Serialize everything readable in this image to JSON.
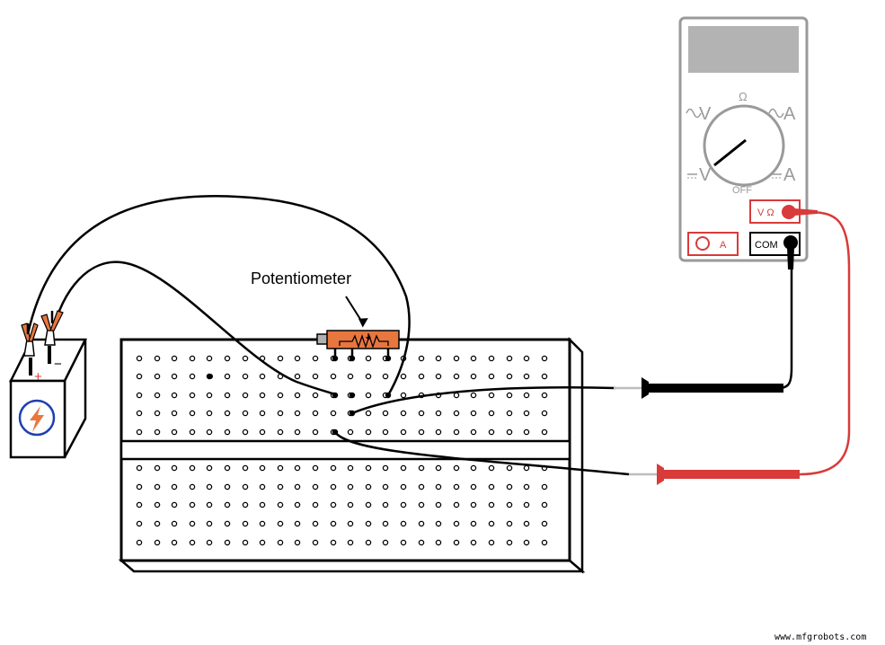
{
  "labels": {
    "potentiometer": "Potentiometer",
    "battery_plus": "+",
    "battery_minus": "−",
    "watermark": "www.mfgrobots.com"
  },
  "meter": {
    "dial_ohm": "Ω",
    "dial_ac_volts": "V",
    "dial_ac_amps": "A",
    "dial_dc_volts": "V",
    "dial_dc_amps": "A",
    "dial_off": "OFF",
    "jack_vohm": "V Ω",
    "jack_amps": "A",
    "jack_com": "COM"
  },
  "colors": {
    "red_lead": "#d93a3a",
    "black_lead": "#111111",
    "potentiometer_body": "#e8763f",
    "meter_outline": "#9a9a9a",
    "display": "#b3b3b3",
    "battery_icon": "#1f3fb0",
    "bolt": "#e8763f"
  },
  "icons": [
    "battery-icon",
    "lightning-bolt-icon",
    "alligator-clip-icon",
    "probe-icon",
    "rotary-dial-icon"
  ]
}
